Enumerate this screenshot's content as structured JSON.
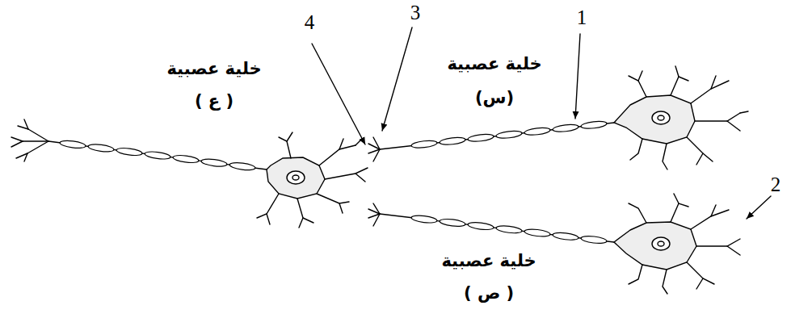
{
  "diagram": {
    "labels": [
      "4",
      "3",
      "1",
      "2",
      "خلية عصبية",
      "( ع )",
      "خلية عصبية",
      "(س)",
      "خلية عصبية",
      "( ص )"
    ]
  }
}
